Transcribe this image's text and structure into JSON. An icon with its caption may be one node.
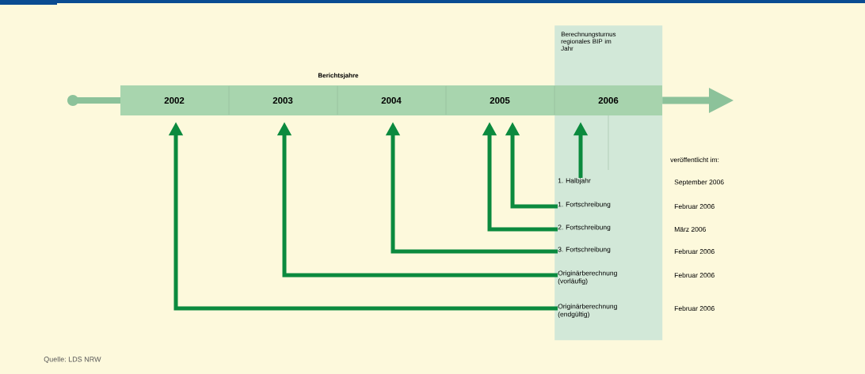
{
  "diagram": {
    "caption": "Quelle: LDS NRW",
    "nodes": [
      {
        "text": [
          "Berechnungsturnus regionales BIP im Jahr"
        ]
      },
      {
        "text": [
          "2002"
        ]
      },
      {
        "text": [
          "2003"
        ]
      },
      {
        "text": [
          "2004"
        ]
      },
      {
        "text": [
          "2005"
        ]
      },
      {
        "text": [
          "2006"
        ],
        "in": 0
      },
      {
        "text": [
          "1. Halbjahr"
        ],
        "in": 0
      },
      {
        "text": [
          "1. Fortschreibung"
        ],
        "in": 0
      },
      {
        "text": [
          "2. Fortschreibung"
        ],
        "in": 0
      },
      {
        "text": [
          "3. Fortschreibung"
        ],
        "in": 0
      },
      {
        "text": [
          "Originärberechnung (vorläufig)"
        ],
        "in": 0
      },
      {
        "text": [
          "Originärberechnung (endgültig)"
        ],
        "in": 0
      }
    ],
    "edges": [
      {
        "from": 6,
        "to": 5,
        "arrow": "to"
      },
      {
        "from": 7,
        "to": 4,
        "arrow": "to"
      },
      {
        "from": 8,
        "to": 4,
        "arrow": "to"
      },
      {
        "from": 9,
        "to": 3,
        "arrow": "to"
      },
      {
        "from": 10,
        "to": 2,
        "arrow": "to"
      },
      {
        "from": 11,
        "to": 1,
        "arrow": "to"
      }
    ],
    "labels": [
      "Berichtsjahre",
      "veröffentlicht im:",
      "September 2006",
      "Februar 2006",
      "März 2006",
      "Februar 2006",
      "Februar 2006",
      "Februar 2006"
    ]
  }
}
